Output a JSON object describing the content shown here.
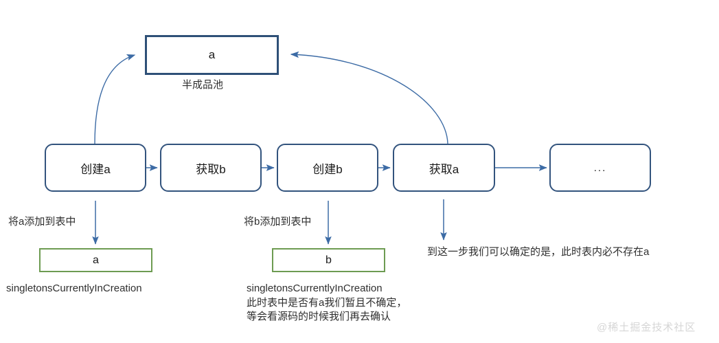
{
  "diagram": {
    "title": "Spring singleton creation flow diagram",
    "colors": {
      "flow_box_border": "#32537d",
      "pool_box_border": "#2e5077",
      "table_box_border": "#6d9b51",
      "arrow": "#3c6ba5",
      "text": "#2f2f2f",
      "background": "#ffffff",
      "watermark": "#d6d6d6"
    },
    "pool": {
      "box_label": "a",
      "caption": "半成品池"
    },
    "flow_nodes": [
      {
        "id": "create-a",
        "label": "创建a"
      },
      {
        "id": "get-b",
        "label": "获取b"
      },
      {
        "id": "create-b",
        "label": "创建b"
      },
      {
        "id": "get-a",
        "label": "获取a"
      },
      {
        "id": "ellipsis",
        "label": "..."
      }
    ],
    "table_boxes": [
      {
        "id": "table-a",
        "label": "a"
      },
      {
        "id": "table-b",
        "label": "b"
      }
    ],
    "edge_labels": {
      "add_a": "将a添加到表中",
      "add_b": "将b添加到表中"
    },
    "annotations": {
      "left_table_name": "singletonsCurrentlyInCreation",
      "middle_table_name": "singletonsCurrentlyInCreation",
      "middle_note": "此时表中是否有a我们暂且不确定，\n等会看源码的时候我们再去确认",
      "right_note": "到这一步我们可以确定的是，此时表内必不存在a"
    },
    "watermark": "@稀土掘金技术社区"
  }
}
